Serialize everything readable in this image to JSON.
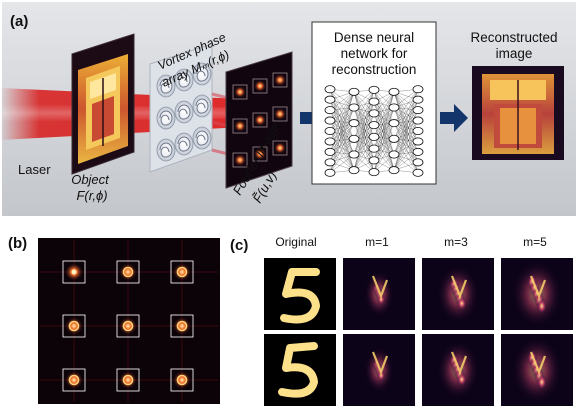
{
  "panel_a": {
    "label": "(a)",
    "laser": "Laser",
    "object_line1": "Object",
    "object_line2": "F(r,ϕ)",
    "vortex_line1": "Vortex phase",
    "vortex_line2": "array Mₘ(r,ϕ)",
    "fourier_line1": "Fourier image",
    "fourier_line2": "F̃(u,v)",
    "nn_line1": "Dense neural",
    "nn_line2": "network for",
    "nn_line3": "reconstruction",
    "recon_line1": "Reconstructed",
    "recon_line2": "image"
  },
  "panel_b": {
    "label": "(b)"
  },
  "panel_c": {
    "label": "(c)",
    "columns": [
      "Original",
      "m=1",
      "m=3",
      "m=5"
    ]
  },
  "colors": {
    "panel_a_bg": "#cfd2d6",
    "laser_red": "#d81818",
    "arrow_blue": "#12356b",
    "inferno_dark": "#0d0318",
    "inferno_mid": "#a52c60",
    "inferno_bright": "#fcd86c"
  }
}
